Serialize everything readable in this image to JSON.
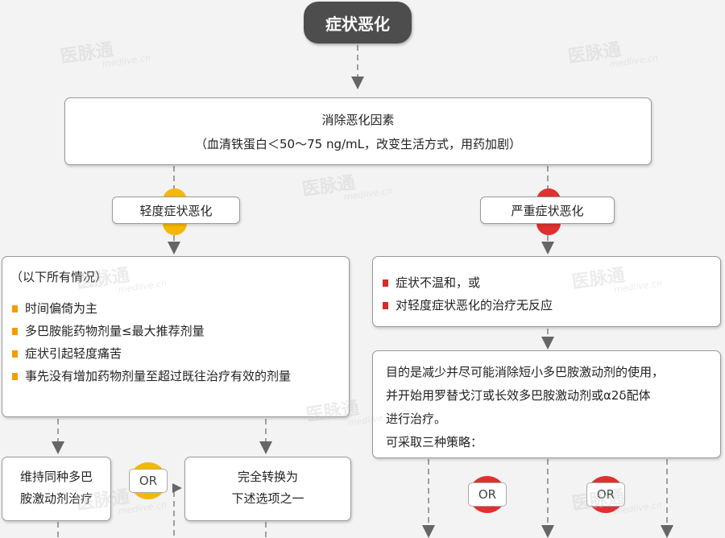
{
  "colors": {
    "mild": "#f5b800",
    "severe": "#e03030",
    "orange_bullet": "#f39c00",
    "red_bullet": "#d42b2b",
    "line": "#8a8a8a"
  },
  "title": "症状恶化",
  "eliminate": {
    "line1": "消除恶化因素",
    "line2": "（血清铁蛋白＜50～75 ng/mL，改变生活方式，用药加剧）"
  },
  "mild_label": "轻度症状恶化",
  "severe_label": "严重症状恶化",
  "mild_conditions": {
    "heading": "（以下所有情况）",
    "items": [
      "时间偏倚为主",
      "多巴胺能药物剂量≤最大推荐剂量",
      "症状引起轻度痛苦",
      "事先没有增加药物剂量至超过既往治疗有效的剂量"
    ]
  },
  "severe_conditions": {
    "items": [
      "症状不温和，或",
      "对轻度症状恶化的治疗无反应"
    ]
  },
  "severe_goal": {
    "line1": "目的是减少并尽可能消除短小多巴胺激动剂的使用，",
    "line2": "并开始用罗替戈汀或长效多巴胺激动剂或α2δ配体",
    "line3": "进行治疗。",
    "line4": "可采取三种策略："
  },
  "maintain": {
    "line1": "维持同种多巴",
    "line2": "胺激动剂治疗"
  },
  "switch": {
    "line1": "完全转换为",
    "line2": "下述选项之一"
  },
  "or_label": "OR",
  "watermark": {
    "brand": "医脉通",
    "site": "medlive.cn"
  }
}
